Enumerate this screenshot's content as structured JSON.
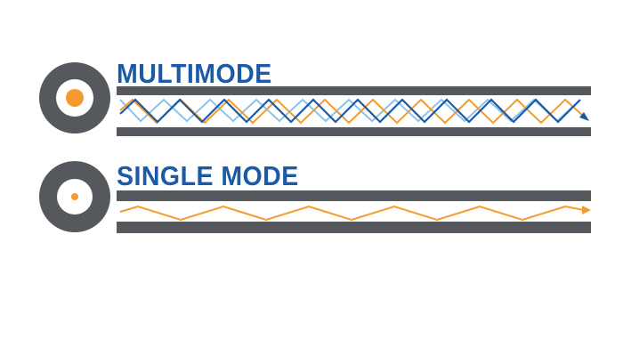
{
  "labels": {
    "multimode": "MULTIMODE",
    "single_mode": "SINGLE MODE"
  },
  "colors": {
    "title": "#1b5aa6",
    "cladding": "#55585c",
    "cladding_inner": "#ffffff",
    "core_multimode": "#f59a2c",
    "core_single": "#f59a2c",
    "ray_orange": "#f59a2c",
    "ray_dark_blue": "#1b5aa6",
    "ray_light_blue": "#8cc4ea"
  },
  "icons": {
    "multimode_cross_section": "fiber-cross-section-large-core",
    "single_mode_cross_section": "fiber-cross-section-small-core",
    "ray_arrow": "arrow-head"
  }
}
